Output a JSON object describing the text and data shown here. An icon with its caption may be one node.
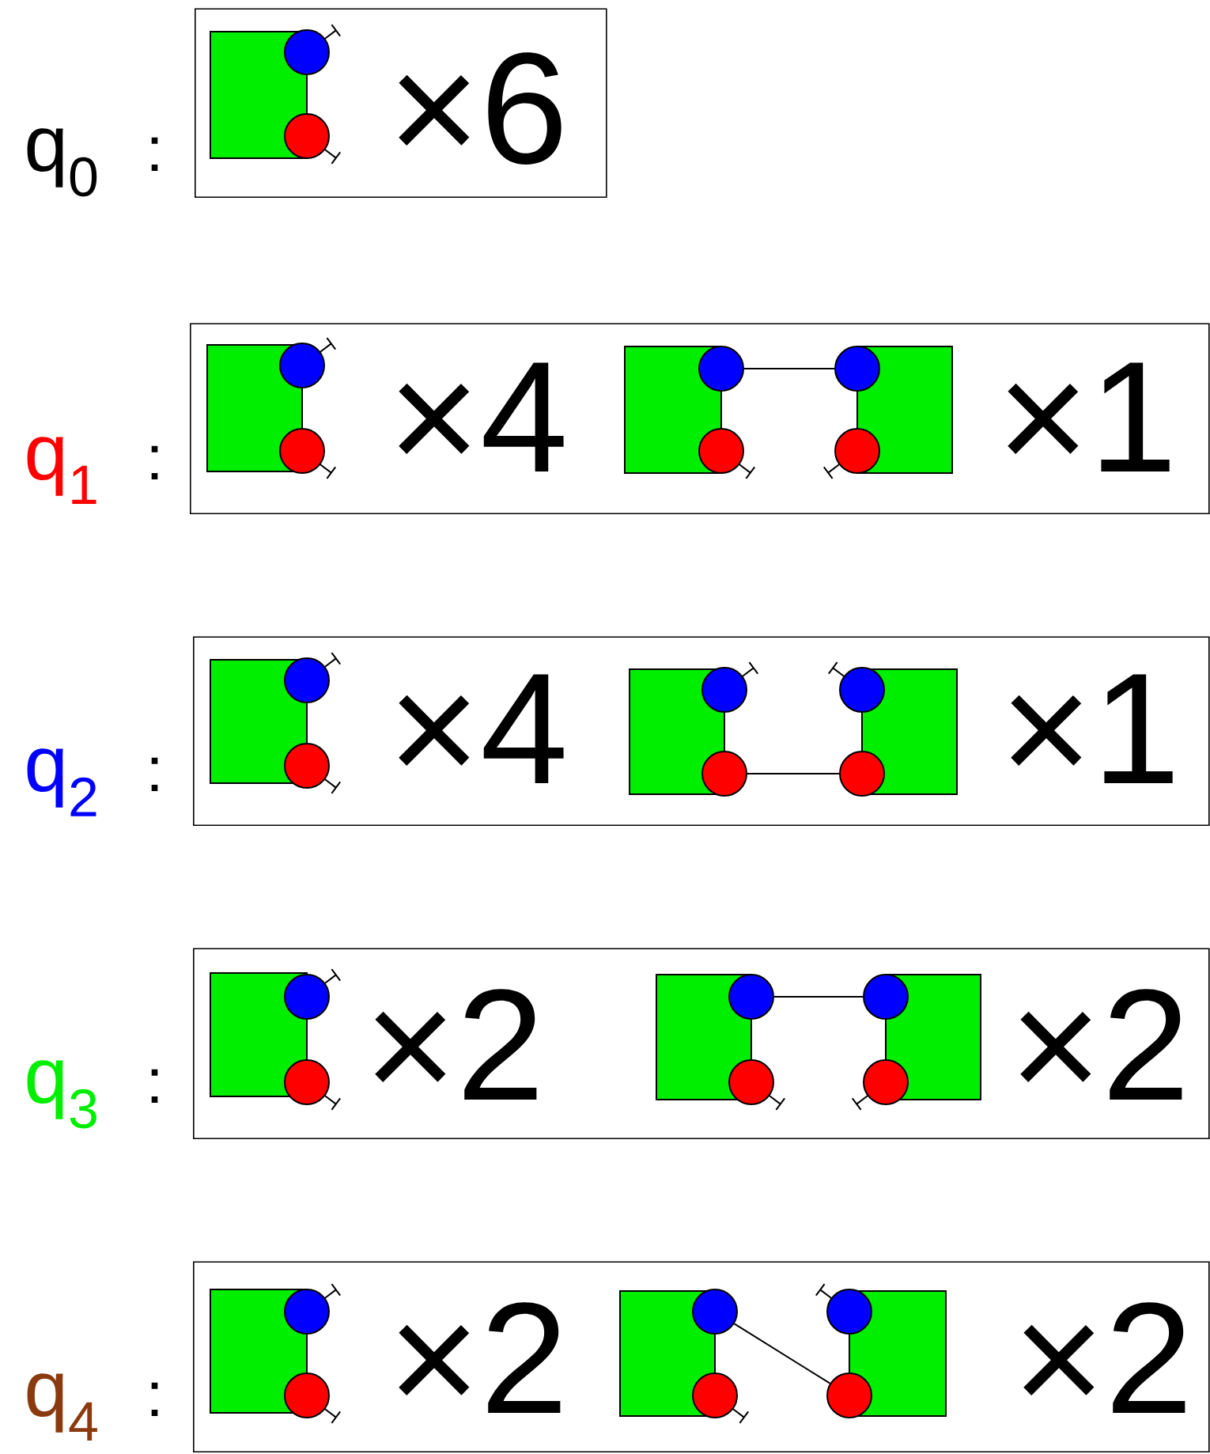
{
  "diagram": {
    "nodes": [
      {
        "text": [
          "×6"
        ]
      },
      {
        "text": [],
        "shape": "circle",
        "in": 0
      },
      {
        "text": [],
        "shape": "circle",
        "in": 0
      },
      {
        "text": [
          "×4",
          "×1"
        ]
      },
      {
        "text": [],
        "shape": "circle",
        "in": 3
      },
      {
        "text": [],
        "shape": "circle",
        "in": 3
      },
      {
        "text": [],
        "shape": "circle",
        "in": 3
      },
      {
        "text": [],
        "shape": "circle",
        "in": 3
      },
      {
        "text": [],
        "shape": "circle",
        "in": 3
      },
      {
        "text": [],
        "shape": "circle",
        "in": 3
      },
      {
        "text": [
          "×4",
          "×1"
        ]
      },
      {
        "text": [],
        "shape": "circle",
        "in": 10
      },
      {
        "text": [],
        "shape": "circle",
        "in": 10
      },
      {
        "text": [],
        "shape": "circle",
        "in": 10
      },
      {
        "text": [],
        "shape": "circle",
        "in": 10
      },
      {
        "text": [],
        "shape": "circle",
        "in": 10
      },
      {
        "text": [],
        "shape": "circle",
        "in": 10
      },
      {
        "text": [
          "×2",
          "×2"
        ]
      },
      {
        "text": [],
        "shape": "circle",
        "in": 17
      },
      {
        "text": [],
        "shape": "circle",
        "in": 17
      },
      {
        "text": [],
        "shape": "circle",
        "in": 17
      },
      {
        "text": [],
        "shape": "circle",
        "in": 17
      },
      {
        "text": [],
        "shape": "circle",
        "in": 17
      },
      {
        "text": [],
        "shape": "circle",
        "in": 17
      },
      {
        "text": [
          "×2",
          "×2"
        ]
      },
      {
        "text": [],
        "shape": "circle",
        "in": 24
      },
      {
        "text": [],
        "shape": "circle",
        "in": 24
      },
      {
        "text": [],
        "shape": "circle",
        "in": 24
      },
      {
        "text": [],
        "shape": "circle",
        "in": 24
      },
      {
        "text": [],
        "shape": "circle",
        "in": 24
      },
      {
        "text": [],
        "shape": "circle",
        "in": 24
      }
    ],
    "edges": [
      {
        "from": 1,
        "to": 2,
        "arrow": "none"
      },
      {
        "from": 4,
        "to": 5,
        "arrow": "none"
      },
      {
        "from": 6,
        "to": 7,
        "arrow": "none"
      },
      {
        "from": 8,
        "to": 9,
        "arrow": "none"
      },
      {
        "from": 6,
        "to": 8,
        "arrow": "none"
      },
      {
        "from": 11,
        "to": 12,
        "arrow": "none"
      },
      {
        "from": 13,
        "to": 14,
        "arrow": "none"
      },
      {
        "from": 15,
        "to": 16,
        "arrow": "none"
      },
      {
        "from": 14,
        "to": 16,
        "arrow": "none"
      },
      {
        "from": 18,
        "to": 19,
        "arrow": "none"
      },
      {
        "from": 20,
        "to": 21,
        "arrow": "none"
      },
      {
        "from": 22,
        "to": 23,
        "arrow": "none"
      },
      {
        "from": 20,
        "to": 22,
        "arrow": "none"
      },
      {
        "from": 25,
        "to": 26,
        "arrow": "none"
      },
      {
        "from": 27,
        "to": 28,
        "arrow": "none"
      },
      {
        "from": 29,
        "to": 30,
        "arrow": "none"
      },
      {
        "from": 27,
        "to": 30,
        "arrow": "none"
      }
    ],
    "labels": [
      "q$_{0}$",
      ":",
      "q$_{1}$",
      ":",
      "q$_{2}$",
      ":",
      "q$_{3}$",
      ":",
      "q$_{4}$",
      ":"
    ]
  }
}
